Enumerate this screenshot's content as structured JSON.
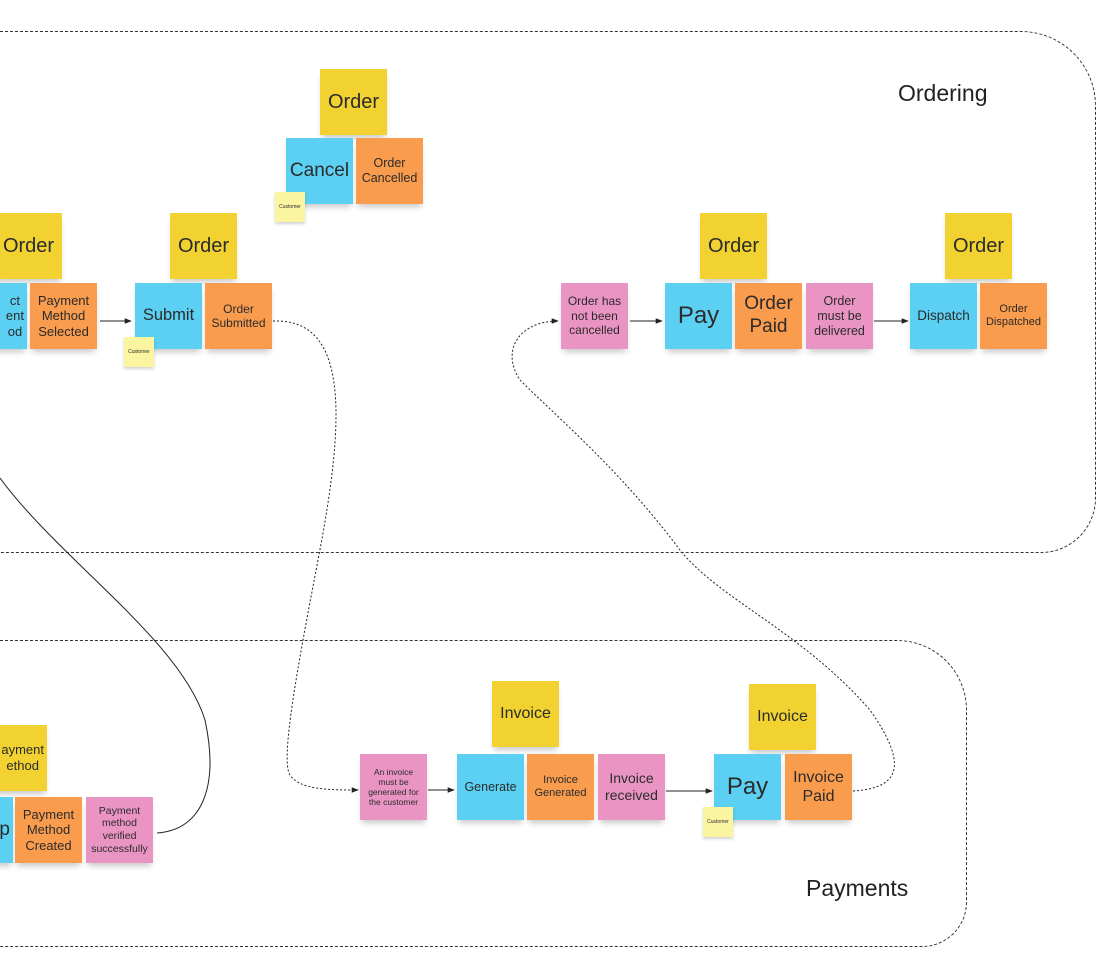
{
  "zones": {
    "ordering": {
      "title": "Ordering"
    },
    "payments": {
      "title": "Payments"
    }
  },
  "colors": {
    "aggregate": "#f2d230",
    "command": "#5cd0f2",
    "event": "#f99c4d",
    "policy": "#ea94c3",
    "actor": "#fbf5a1"
  },
  "notes": {
    "order_agg_1": "Order",
    "cancel": "Cancel",
    "order_cancelled": "Order\nCancelled",
    "cancel_actor": "Customer",
    "order_agg_2": "Order",
    "select_payment_partial": "ct\nent\nod",
    "payment_method_selected": "Payment\nMethod\nSelected",
    "order_agg_3": "Order",
    "submit": "Submit",
    "order_submitted": "Order\nSubmitted",
    "submit_actor": "Customer",
    "policy_not_cancelled": "Order has\nnot been\ncancelled",
    "order_agg_4": "Order",
    "pay_order": "Pay",
    "order_paid": "Order\nPaid",
    "policy_delivered": "Order\nmust be\ndelivered",
    "order_agg_5": "Order",
    "dispatch": "Dispatch",
    "order_dispatched": "Order\nDispatched",
    "payment_method_agg_partial": "ayment\nethod",
    "setup_partial": "p",
    "payment_method_created": "Payment\nMethod\nCreated",
    "policy_verified": "Payment\nmethod\nverified\nsuccessfully",
    "policy_invoice_generated": "An invoice\nmust be\ngenerated for\nthe customer",
    "invoice_agg_1": "Invoice",
    "generate": "Generate",
    "invoice_generated": "Invoice\nGenerated",
    "invoice_received": "Invoice\nreceived",
    "invoice_agg_2": "Invoice",
    "pay_invoice": "Pay",
    "invoice_paid": "Invoice\nPaid",
    "pay_actor": "Customer"
  }
}
